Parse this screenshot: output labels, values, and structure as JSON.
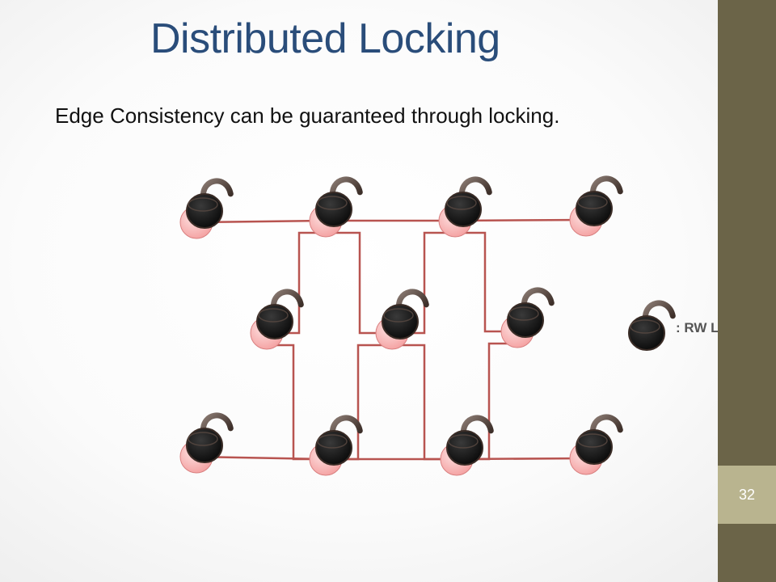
{
  "slide": {
    "title": "Distributed Locking",
    "subtitle": "Edge Consistency can be guaranteed through locking.",
    "page_number": "32"
  },
  "legend": {
    "icon": "padlock-icon",
    "label": ": RW Lock"
  },
  "colors": {
    "title": "#2a4d7a",
    "edge": "#b85450",
    "node_fill": "#f9a9a9",
    "lock_body": "#1a1a1a",
    "sidebar": "#6b6448",
    "page_box": "#b9b48f"
  },
  "graph": {
    "nodes": [
      {
        "id": "r1c1",
        "locked": true
      },
      {
        "id": "r1c2",
        "locked": true
      },
      {
        "id": "r1c3",
        "locked": true
      },
      {
        "id": "r1c4",
        "locked": true
      },
      {
        "id": "r2c1",
        "locked": true
      },
      {
        "id": "r2c2",
        "locked": true
      },
      {
        "id": "r2c3",
        "locked": true
      },
      {
        "id": "r3c1",
        "locked": true
      },
      {
        "id": "r3c2",
        "locked": true
      },
      {
        "id": "r3c3",
        "locked": true
      },
      {
        "id": "r3c4",
        "locked": true
      }
    ],
    "edges": [
      [
        "r1c1",
        "r1c2"
      ],
      [
        "r1c2",
        "r1c3"
      ],
      [
        "r1c3",
        "r1c4"
      ],
      [
        "r1c2",
        "r2c1"
      ],
      [
        "r1c2",
        "r2c2"
      ],
      [
        "r1c3",
        "r2c2"
      ],
      [
        "r1c3",
        "r2c3"
      ],
      [
        "r2c1",
        "r3c2"
      ],
      [
        "r2c2",
        "r3c2"
      ],
      [
        "r2c2",
        "r3c3"
      ],
      [
        "r2c3",
        "r3c3"
      ],
      [
        "r3c1",
        "r3c2"
      ],
      [
        "r3c2",
        "r3c3"
      ],
      [
        "r3c3",
        "r3c4"
      ]
    ]
  }
}
